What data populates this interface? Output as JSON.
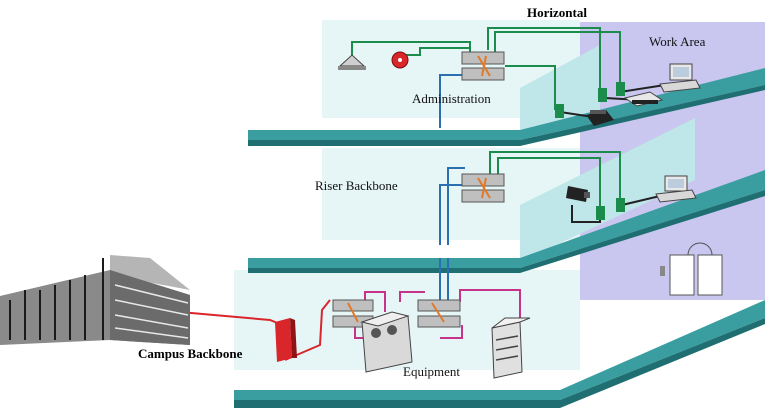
{
  "labels": {
    "horizontal": "Horizontal",
    "work_area": "Work Area",
    "administration": "Administration",
    "riser_backbone": "Riser Backbone",
    "campus_backbone": "Campus Backbone",
    "equipment": "Equipment"
  },
  "colors": {
    "floor_top": "#3a9ea0",
    "floor_edge": "#1f6f72",
    "wall_left": "#e6f6f7",
    "wall_inner": "#bfe6e8",
    "back_wall_purple": "#c9c6f0",
    "cable_green": "#1b8c4b",
    "cable_blue": "#2a6fb0",
    "cable_red": "#d8262a",
    "cable_magenta": "#c8338a"
  },
  "icons": {
    "campus_building": "building-icon",
    "patch_panel": "patch-panel-icon",
    "pc": "computer-icon",
    "phone": "telephone-icon",
    "printer": "printer-icon",
    "camera": "camera-icon",
    "speaker": "ceiling-speaker-icon",
    "alarm": "alarm-icon",
    "server": "server-icon",
    "rack": "equipment-rack-icon",
    "door": "door-icon"
  }
}
